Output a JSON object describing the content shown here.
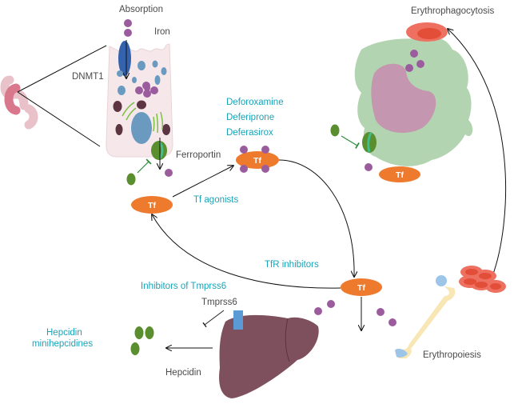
{
  "labels": {
    "absorption": "Absorption",
    "iron": "Iron",
    "dnmt1": "DNMT1",
    "ferroportin": "Ferroportin",
    "erythrophagocytosis": "Erythrophagocytosis",
    "tmprss6": "Tmprss6",
    "hepcidin": "Hepcidin",
    "erythropoiesis": "Erythropoiesis",
    "tf": "Tf"
  },
  "drugs": {
    "chelators": [
      "Deforoxamine",
      "Deferiprone",
      "Deferasirox"
    ],
    "tf_agonists": "Tf agonists",
    "tfr_inhibitors": "TfR inhibitors",
    "tmprss6_inhibitors": "Inhibitors of Tmprss6",
    "hepcidin_line1": "Hepcidin",
    "hepcidin_line2": "minihepcidines"
  },
  "colors": {
    "drug_text": "#1aa3b8",
    "label_text": "#4a4a4a",
    "transferrin": "#ee7a2e",
    "iron": "#9b5c9e",
    "hepcidin": "#5a8e2e",
    "liver": "#7e4f5c",
    "enterocyte": "#f6e8ea",
    "macrophage": "#b2d4b0",
    "macrophage_nucleus": "#c596b0",
    "rbc": "#ee7060",
    "bone": "#f8e6b4",
    "tmprss6": "#5b9bd5"
  }
}
